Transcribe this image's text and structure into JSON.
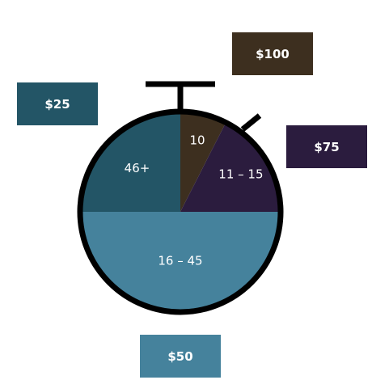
{
  "chart_data": {
    "type": "pie",
    "categories": [
      "10",
      "11 – 15",
      "16 – 45",
      "46+"
    ],
    "values": [
      7.5,
      17.5,
      50,
      25
    ],
    "colors": [
      "#3d2f1f",
      "#2b1c3e",
      "#45829c",
      "#235566"
    ],
    "price_tags": [
      "$100",
      "$75",
      "$50",
      "$25"
    ]
  },
  "stopwatch_color": "#000000"
}
